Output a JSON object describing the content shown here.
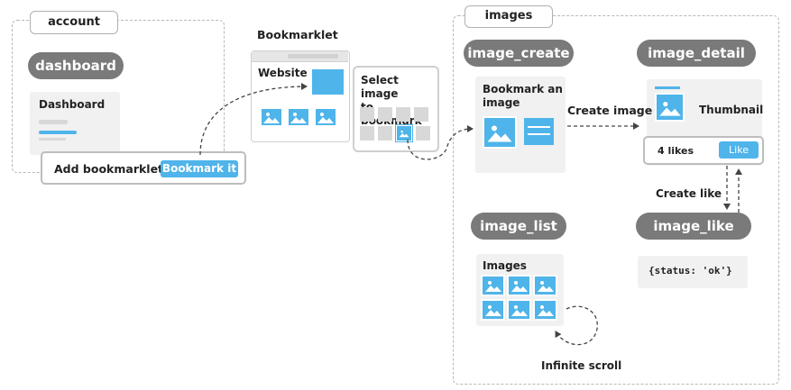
{
  "regions": {
    "account_label": "account",
    "images_label": "images"
  },
  "views": {
    "dashboard": "dashboard",
    "image_create": "image_create",
    "image_detail": "image_detail",
    "image_list": "image_list",
    "image_like": "image_like"
  },
  "dashboard_card": {
    "title": "Dashboard",
    "add_bookmarklet": "Add bookmarklet",
    "bookmark_button": "Bookmark it"
  },
  "bookmarklet": {
    "title": "Bookmarklet",
    "website": "Website",
    "select_image": "Select image\nto bookmark"
  },
  "create_card": {
    "title": "Bookmark an\nimage"
  },
  "detail_card": {
    "thumbnail": "Thumbnail",
    "likes": "4 likes",
    "like_button": "Like"
  },
  "edges": {
    "create_image": "Create image",
    "create_like": "Create like",
    "infinite_scroll": "Infinite scroll"
  },
  "list_card": {
    "title": "Images"
  },
  "like_response": "{status: 'ok'}",
  "colors": {
    "accent": "#4fb4ea",
    "pill": "#7a7a7a",
    "card": "#f1f1f1",
    "dashed": "#b8b8b8"
  }
}
